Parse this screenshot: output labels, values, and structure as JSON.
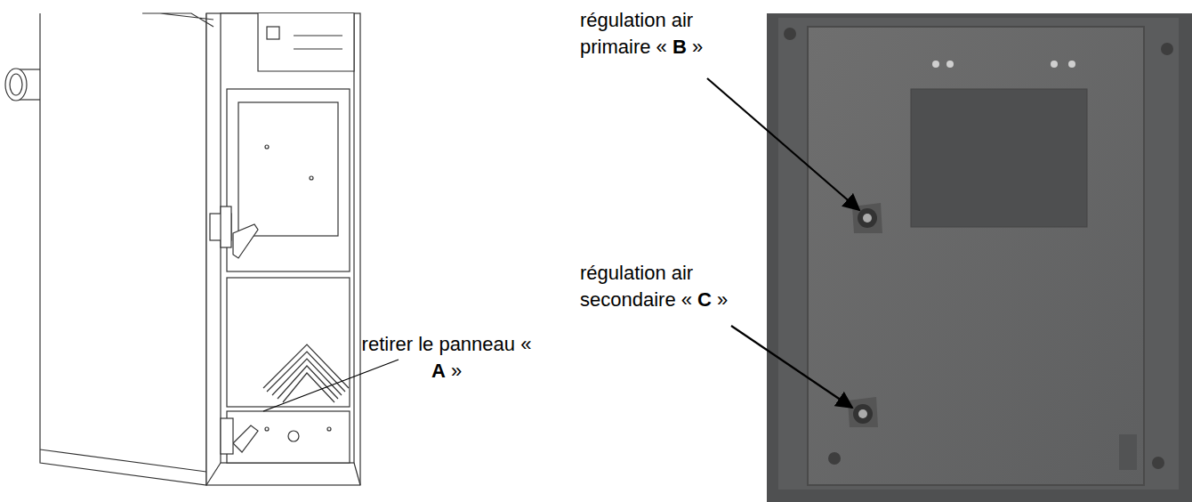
{
  "diagram": {
    "labels": [
      "retirer le panneau « A »",
      "régulation air primaire « B »",
      "régulation air secondaire « C »"
    ]
  }
}
